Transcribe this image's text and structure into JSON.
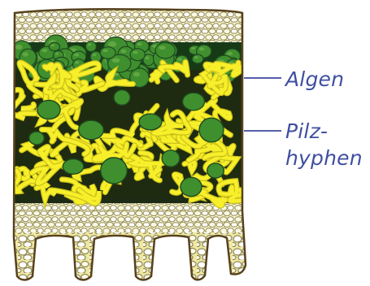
{
  "labels": {
    "algen": "Algen",
    "pilz_line1": "Pilz-",
    "pilz_line2": "hyphen"
  },
  "colors": {
    "label_blue": "#3f4fa0",
    "line_blue": "#5560a8",
    "fungus_yellow": "#f7ef2a",
    "fungus_dark": "#ccc21a",
    "algae_green": "#3f8f2f",
    "algae_dark": "#1e4a1f",
    "cortex_fill": "#f6f3c8",
    "cortex_line": "#928a5a",
    "band_dark": "#163a16",
    "base_brown": "#57421e"
  }
}
